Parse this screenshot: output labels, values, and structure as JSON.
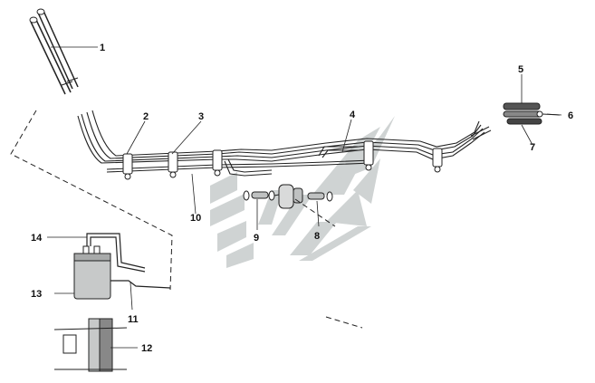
{
  "callouts": [
    {
      "id": "1",
      "label": "1"
    },
    {
      "id": "2",
      "label": "2"
    },
    {
      "id": "3",
      "label": "3"
    },
    {
      "id": "4",
      "label": "4"
    },
    {
      "id": "5",
      "label": "5"
    },
    {
      "id": "6",
      "label": "6"
    },
    {
      "id": "7",
      "label": "7"
    },
    {
      "id": "8",
      "label": "8"
    },
    {
      "id": "9",
      "label": "9"
    },
    {
      "id": "10",
      "label": "10"
    },
    {
      "id": "11",
      "label": "11"
    },
    {
      "id": "12",
      "label": "12"
    },
    {
      "id": "13",
      "label": "13"
    },
    {
      "id": "14",
      "label": "14"
    }
  ],
  "colors": {
    "line": "#222222",
    "watermark": "#cfd3d3",
    "part_fill": "#bfc1c1",
    "part_dark": "#777777",
    "background": "#ffffff"
  }
}
